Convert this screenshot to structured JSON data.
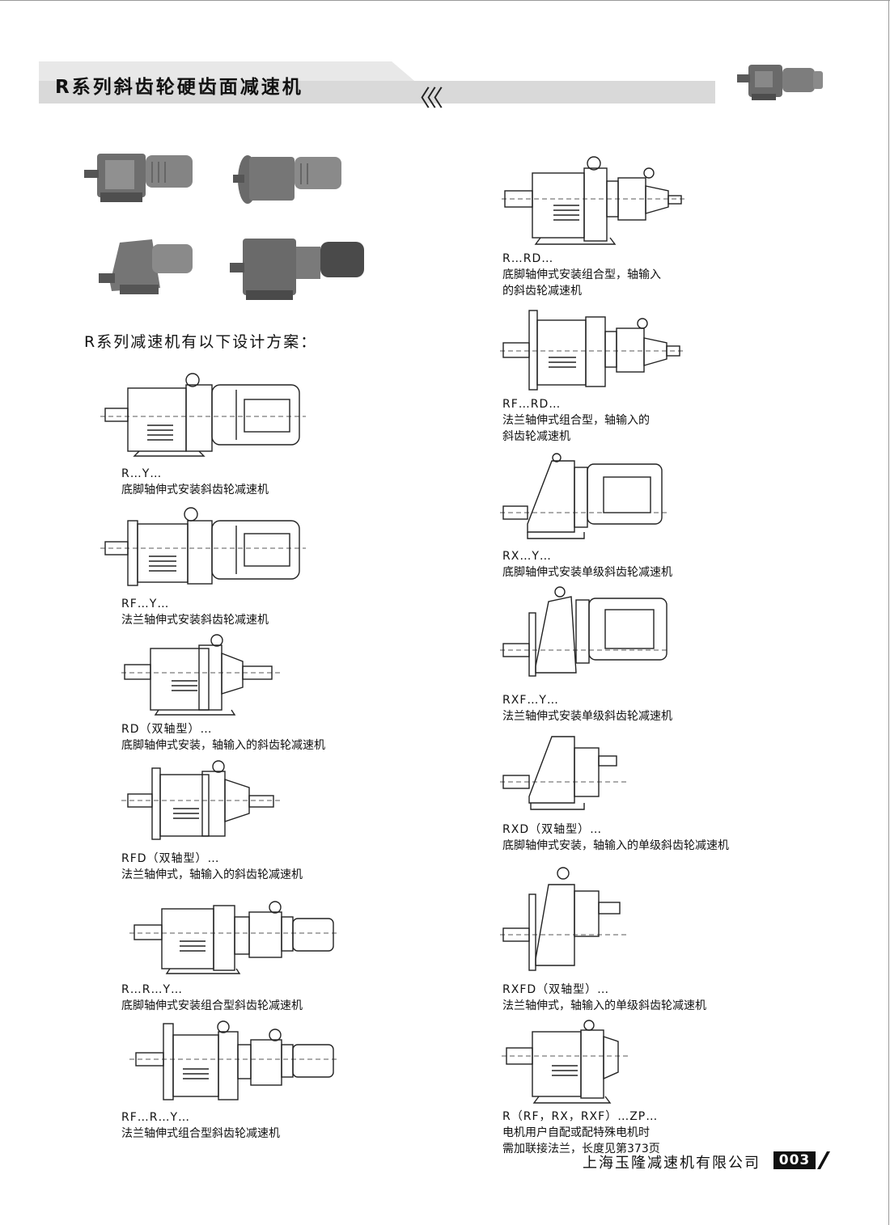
{
  "header": {
    "title": "R系列斜齿轮硬齿面减速机",
    "arrows": "〈〈〈"
  },
  "intro": "R系列减速机有以下设计方案：",
  "left_items": [
    {
      "code": "R…Y…",
      "desc": [
        "底脚轴伸式安装斜齿轮减速机"
      ]
    },
    {
      "code": "RF…Y…",
      "desc": [
        "法兰轴伸式安装斜齿轮减速机"
      ]
    },
    {
      "code": "RD（双轴型）…",
      "desc": [
        "底脚轴伸式安装，轴输入的斜齿轮减速机"
      ]
    },
    {
      "code": "RFD（双轴型）…",
      "desc": [
        "法兰轴伸式，轴输入的斜齿轮减速机"
      ]
    },
    {
      "code": "R…R…Y…",
      "desc": [
        "底脚轴伸式安装组合型斜齿轮减速机"
      ]
    },
    {
      "code": "RF…R…Y…",
      "desc": [
        "法兰轴伸式组合型斜齿轮减速机"
      ]
    }
  ],
  "right_items": [
    {
      "code": "R…RD…",
      "desc": [
        "底脚轴伸式安装组合型，轴输入",
        "的斜齿轮减速机"
      ]
    },
    {
      "code": "RF…RD…",
      "desc": [
        "法兰轴伸式组合型，轴输入的",
        "斜齿轮减速机"
      ]
    },
    {
      "code": "RX…Y…",
      "desc": [
        "底脚轴伸式安装单级斜齿轮减速机"
      ]
    },
    {
      "code": "RXF…Y…",
      "desc": [
        "法兰轴伸式安装单级斜齿轮减速机"
      ]
    },
    {
      "code": "RXD（双轴型）…",
      "desc": [
        "底脚轴伸式安装，轴输入的单级斜齿轮减速机"
      ]
    },
    {
      "code": "RXFD（双轴型）…",
      "desc": [
        "法兰轴伸式，轴输入的单级斜齿轮减速机"
      ]
    },
    {
      "code": "R（RF，RX，RXF）…ZP…",
      "desc": [
        "电机用户自配或配特殊电机时",
        "需加联接法兰，长度见第373页"
      ]
    }
  ],
  "footer": {
    "company": "上海玉隆减速机有限公司",
    "page": "003"
  }
}
